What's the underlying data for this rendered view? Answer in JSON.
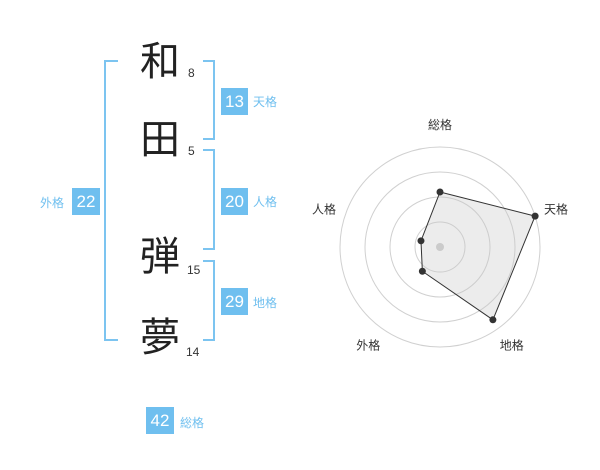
{
  "characters": [
    {
      "char": "和",
      "strokes": "8"
    },
    {
      "char": "田",
      "strokes": "5"
    },
    {
      "char": "弾",
      "strokes": "15"
    },
    {
      "char": "夢",
      "strokes": "14"
    }
  ],
  "kakusu": {
    "tenkaku": {
      "value": "13",
      "label": "天格"
    },
    "jinkaku": {
      "value": "20",
      "label": "人格"
    },
    "chikaku": {
      "value": "29",
      "label": "地格"
    },
    "gaikaku": {
      "value": "22",
      "label": "外格"
    },
    "soukaku": {
      "value": "42",
      "label": "総格"
    }
  },
  "colors": {
    "accent": "#6fbfef",
    "bracket": "#7cc4f0"
  },
  "chart_data": {
    "type": "radar",
    "axes": [
      "総格",
      "天格",
      "地格",
      "外格",
      "人格"
    ],
    "values": [
      0.55,
      1.0,
      0.9,
      0.3,
      0.2
    ],
    "rings": 4,
    "grid": true
  }
}
